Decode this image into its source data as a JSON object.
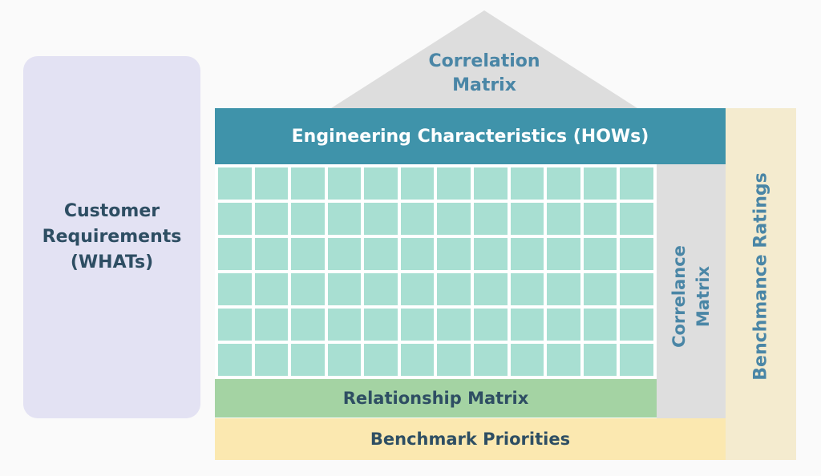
{
  "roof": {
    "line1": "Correlation",
    "line2": "Matrix",
    "color": "#dddddd"
  },
  "customer_requirements": {
    "line1": "Customer",
    "line2": "Requirements",
    "line3": "(WHATs)",
    "color": "#e3e2f3"
  },
  "engineering_characteristics": {
    "label": "Engineering Characteristics (HOWs)",
    "color": "#3f93aa"
  },
  "relationship_grid": {
    "rows": 6,
    "columns": 12,
    "cell_color": "#a8dfd2"
  },
  "relationship_matrix": {
    "label": "Relationship Matrix",
    "color": "#a4d3a3"
  },
  "side_matrix": {
    "line1": "Correlance",
    "line2": "Matrix",
    "color": "#dedede"
  },
  "benchmark_priorities": {
    "label": "Benchmark Priorities",
    "color": "#fbe8b0"
  },
  "benchmark_ratings": {
    "label": "Benchmance Ratings",
    "color": "#f4ebcf"
  }
}
